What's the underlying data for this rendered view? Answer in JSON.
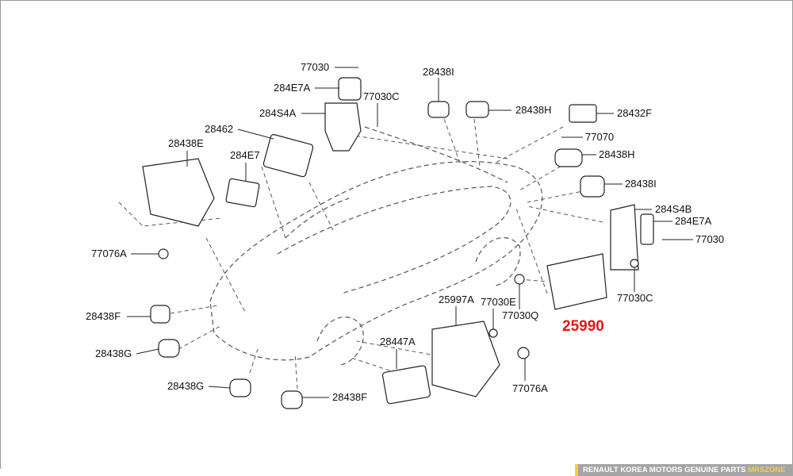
{
  "diagram": {
    "main_part": "25990",
    "labels": [
      "77030",
      "284E7A",
      "77030C",
      "284S4A",
      "28462",
      "284E7",
      "28438E",
      "77076A",
      "28438I",
      "28438H",
      "28432F",
      "77070",
      "28438H",
      "28438I",
      "284S4B",
      "284E7A",
      "77030",
      "77030C",
      "25997A",
      "77030E",
      "77030Q",
      "28447A",
      "77076A",
      "28438F",
      "28438G",
      "28438G",
      "28438F"
    ]
  },
  "footer": {
    "text": "RENAULT KOREA MOTORS GENUINE PARTS",
    "brand": "MRSZONE"
  },
  "colors": {
    "accent": "#e8141b",
    "brand": "#f4d03f",
    "footer_bg": "#a5a5a5"
  }
}
